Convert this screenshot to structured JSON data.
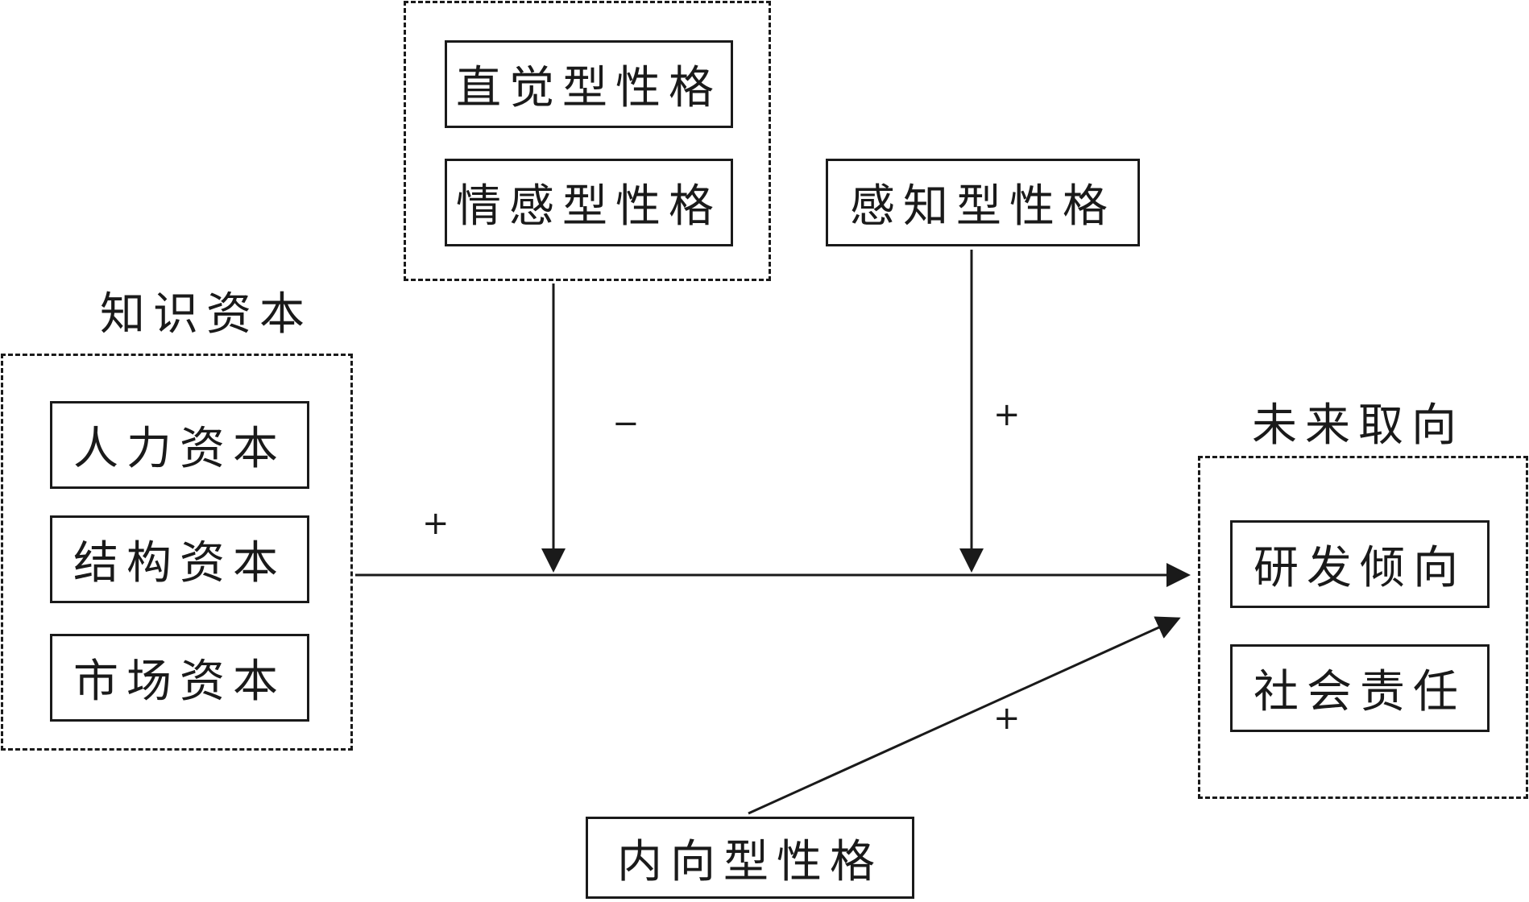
{
  "knowledge_capital": {
    "title": "知识资本",
    "items": [
      "人力资本",
      "结构资本",
      "市场资本"
    ]
  },
  "future_orientation": {
    "title": "未来取向",
    "items": [
      "研发倾向",
      "社会责任"
    ]
  },
  "moderators_negative": {
    "items": [
      "直觉型性格",
      "情感型性格"
    ]
  },
  "moderator_perceiving": {
    "label": "感知型性格"
  },
  "moderator_introvert": {
    "label": "内向型性格"
  },
  "signs": {
    "main_effect": "+",
    "intuitive_feeling_effect": "−",
    "perceiving_effect": "+",
    "introvert_effect": "+"
  },
  "colors": {
    "line": "#1a1a1a",
    "background": "#ffffff"
  }
}
